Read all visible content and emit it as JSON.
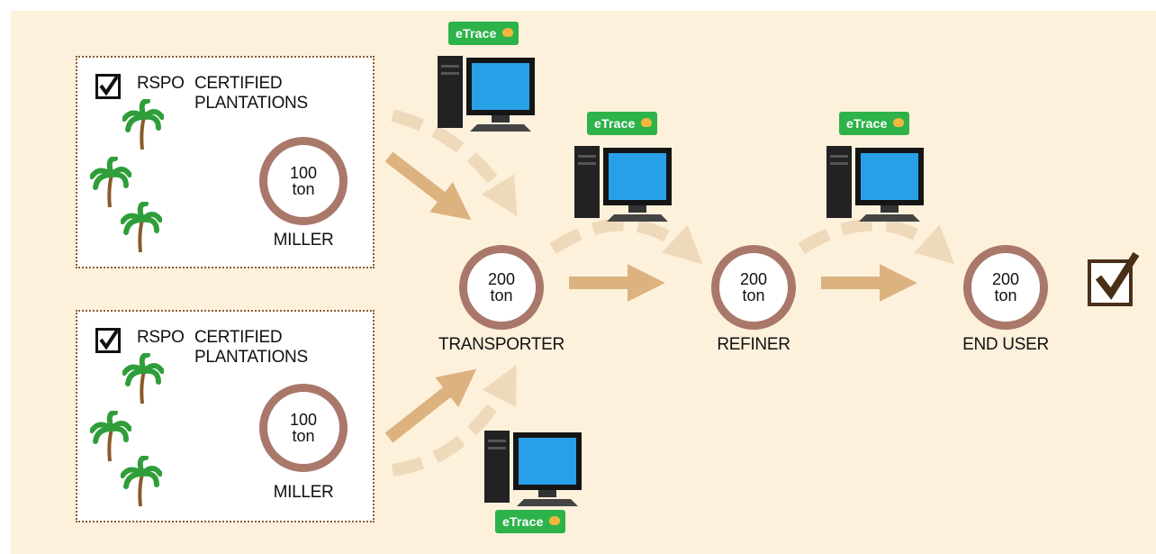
{
  "colors": {
    "background": "#fdf1dc",
    "arrow": "#dcb27e",
    "ring": "#a9786a",
    "box_border": "#8b5a2b",
    "etrace_badge": "#2db34a",
    "final_check": "#4a2f18"
  },
  "plantations": [
    {
      "line1": "RSPO",
      "line2": "CERTIFIED",
      "line3": "PLANTATIONS",
      "checked": true,
      "icon": "palm-tree-icon"
    },
    {
      "line1": "RSPO",
      "line2": "CERTIFIED",
      "line3": "PLANTATIONS",
      "checked": true,
      "icon": "palm-tree-icon"
    }
  ],
  "nodes": {
    "miller_top": {
      "amount": "100",
      "unit": "ton",
      "label": "MILLER"
    },
    "miller_bottom": {
      "amount": "100",
      "unit": "ton",
      "label": "MILLER"
    },
    "transporter": {
      "amount": "200",
      "unit": "ton",
      "label": "TRANSPORTER"
    },
    "refiner": {
      "amount": "200",
      "unit": "ton",
      "label": "REFINER"
    },
    "end_user": {
      "amount": "200",
      "unit": "ton",
      "label": "END USER"
    }
  },
  "etrace": {
    "label": "eTrace",
    "icon": "computer-icon"
  }
}
